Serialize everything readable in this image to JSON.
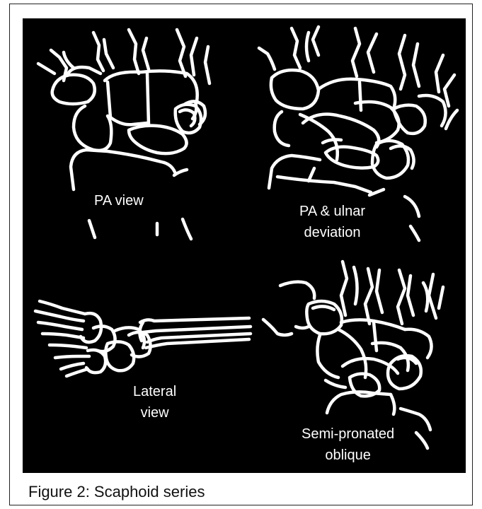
{
  "figure": {
    "caption": "Figure 2: Scaphoid series",
    "background_color": "#000000",
    "line_color": "#ffffff",
    "views": [
      {
        "label_lines": [
          "PA view"
        ]
      },
      {
        "label_lines": [
          "PA & ulnar",
          "deviation"
        ]
      },
      {
        "label_lines": [
          "Lateral",
          "view"
        ]
      },
      {
        "label_lines": [
          "Semi-pronated",
          "oblique"
        ]
      }
    ]
  }
}
